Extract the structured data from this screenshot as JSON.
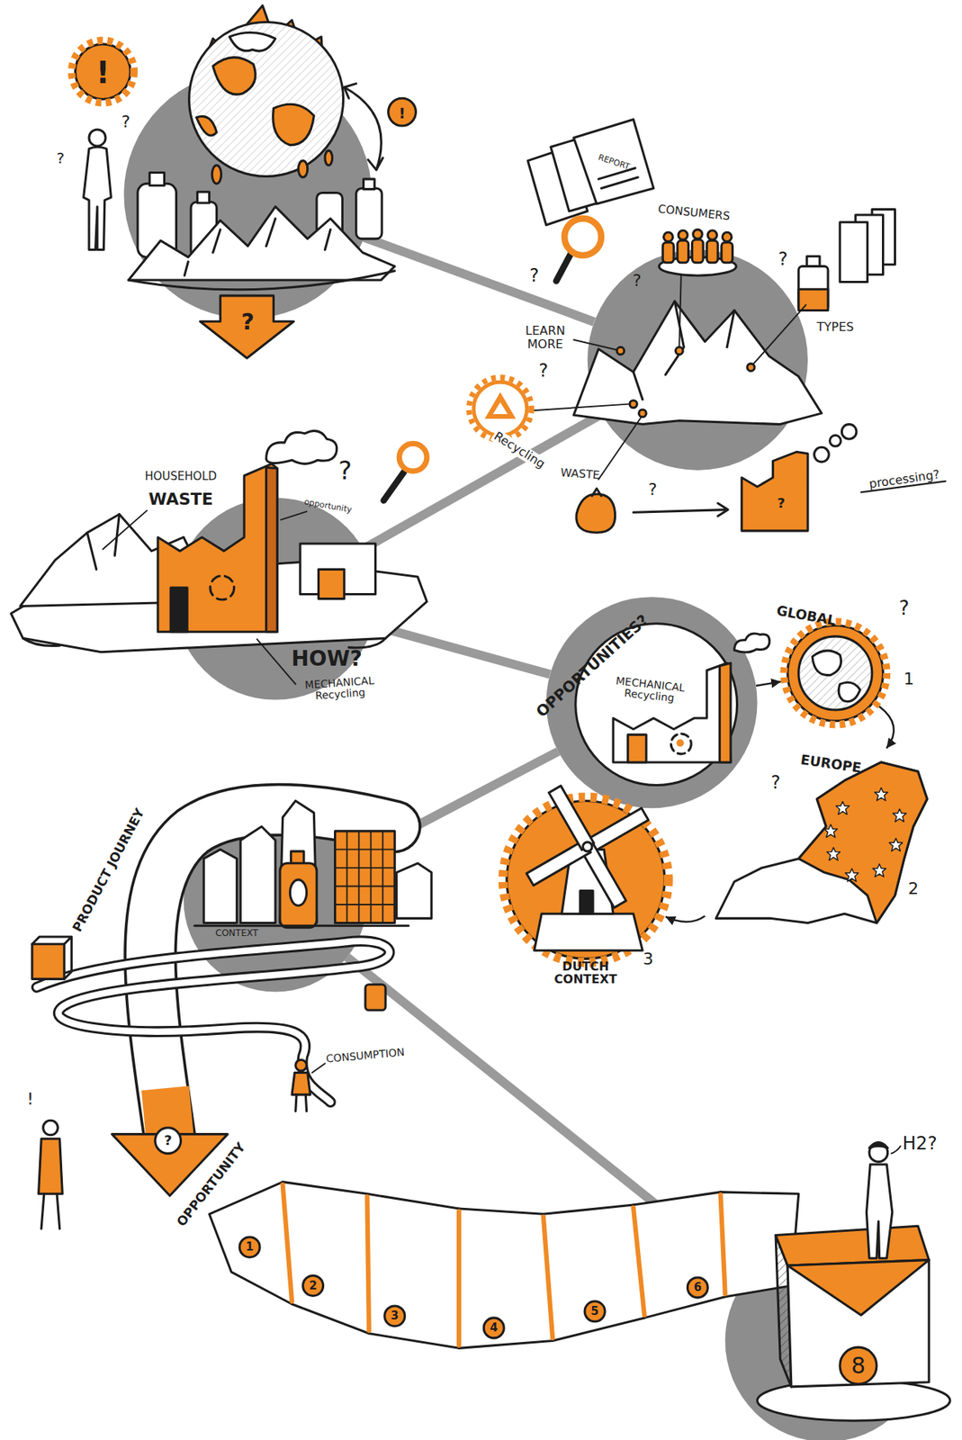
{
  "diagram": {
    "nodes": [
      {
        "text": [
          "?"
        ]
      },
      {
        "text": [
          "LEARN MORE"
        ]
      },
      {
        "text": [
          "HOW?",
          "MECHANICAL Recycling"
        ]
      },
      {
        "text": [
          "OPPORTUNITIES?",
          "MECHANICAL Recycling"
        ]
      },
      {
        "text": [
          "GLOBAL"
        ]
      },
      {
        "text": [
          "EUROPE"
        ]
      },
      {
        "text": [
          "DUTCH CONTEXT"
        ]
      },
      {
        "text": [
          "CONTEXT"
        ]
      },
      {
        "text": [
          "8"
        ]
      }
    ],
    "edges": [
      {
        "from": 0,
        "to": 1,
        "arrow": "none"
      },
      {
        "from": 1,
        "to": 2,
        "arrow": "none"
      },
      {
        "from": 2,
        "to": 3,
        "arrow": "none"
      },
      {
        "from": 3,
        "to": 4,
        "arrow": "to"
      },
      {
        "from": 4,
        "to": 5,
        "arrow": "to"
      },
      {
        "from": 5,
        "to": 6,
        "arrow": "to"
      },
      {
        "from": 3,
        "to": 7,
        "arrow": "none"
      },
      {
        "from": 7,
        "to": 8,
        "arrow": "none"
      }
    ],
    "labels": [
      "!",
      "?",
      "?",
      "!",
      "REPORT",
      "CONSUMERS",
      "?",
      "?",
      "?",
      "TYPES",
      "?",
      "Recycling",
      "WASTE",
      "?",
      "?",
      "processing?",
      "HOUSEHOLD",
      "WASTE",
      "opportunity",
      "?",
      "?",
      "1",
      "?",
      "2",
      "3",
      "PRODUCT JOURNEY",
      "CONSUMPTION",
      "!",
      "?",
      "OPPORTUNITY",
      "1",
      "2",
      "3",
      "4",
      "5",
      "6",
      "H2?"
    ]
  }
}
